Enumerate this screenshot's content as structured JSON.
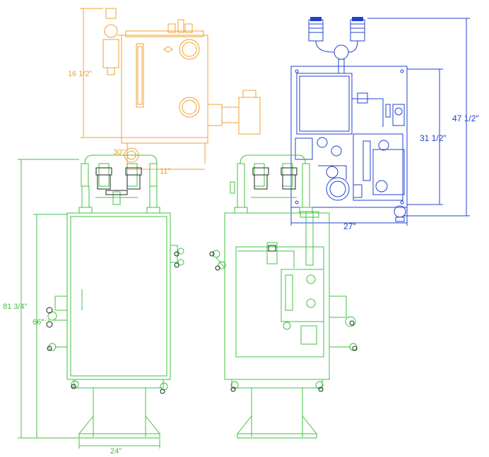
{
  "colors": {
    "orange": "#f0a030",
    "blue": "#2040d0",
    "green": "#40c040",
    "black": "#202020"
  },
  "dimensions": {
    "orange_height": "16 1/2\"",
    "orange_width": "30\"",
    "orange_small": "11\"",
    "blue_height_outer": "47 1/2\"",
    "blue_height_inner": "31 1/2\"",
    "blue_width": "27\"",
    "green_height_total": "81 3/4\"",
    "green_height_inlet": "66\"",
    "green_base_width": "24\""
  }
}
